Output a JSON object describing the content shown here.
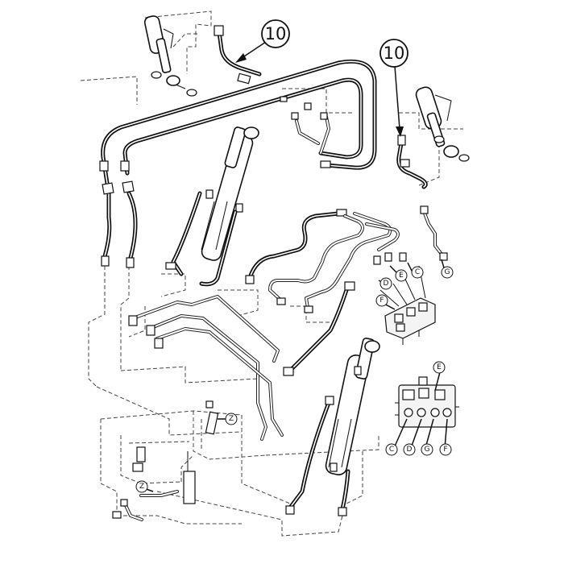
{
  "callouts": {
    "hose_left": "10",
    "hose_right": "10",
    "valve_d": "D",
    "valve_e": "E",
    "valve_c": "C",
    "valve_g": "G",
    "valve_f": "F",
    "inset_e": "E",
    "inset_c": "C",
    "inset_d": "D",
    "inset_g": "G",
    "inset_f": "F",
    "clip_upper": "Z",
    "clip_lower": "Z"
  },
  "colors": {
    "line": "#111111",
    "background": "#ffffff"
  }
}
